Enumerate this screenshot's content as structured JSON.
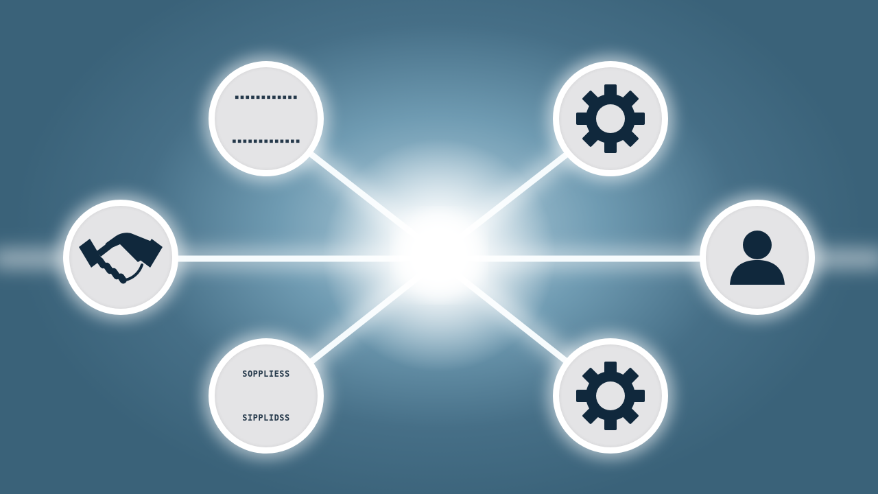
{
  "diagram": {
    "hub": "network-hub",
    "nodes": [
      {
        "id": "top-left",
        "icon": "text-lines-icon",
        "lines": [
          "▪▪▪▪▪▪▪▪▪▪▪▪",
          "▪▪▪▪▪▪▪▪▪▪▪▪▪"
        ]
      },
      {
        "id": "top-right",
        "icon": "gear-icon"
      },
      {
        "id": "left",
        "icon": "handshake-icon"
      },
      {
        "id": "right",
        "icon": "person-icon"
      },
      {
        "id": "bottom-left",
        "icon": "text-icon",
        "lines": [
          "SOPPLIESS",
          "SIPPLIDSS"
        ]
      },
      {
        "id": "bottom-right",
        "icon": "gear-icon"
      }
    ],
    "colors": {
      "icon": "#10283c",
      "node_fill": "#e4e4e6",
      "node_ring": "#ffffff",
      "background": "#3a6279",
      "glow": "#ffffff"
    }
  }
}
